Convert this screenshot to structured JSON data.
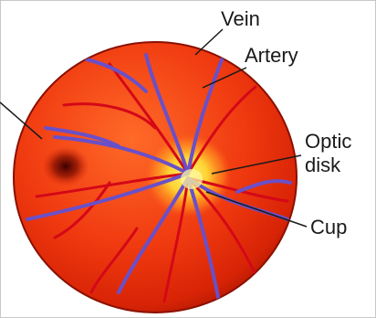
{
  "labels": {
    "vein": "Vein",
    "artery": "Artery",
    "optic_line1": "Optic",
    "optic_line2": "disk",
    "cup": "Cup"
  },
  "colors": {
    "retina_bright": "#ff5a1e",
    "retina_mid": "#e62808",
    "retina_dark": "#9a1000",
    "optic_disk": "#fff05a",
    "artery": "#d40818",
    "vein": "#6a50c8",
    "label_text": "#1a1a1a"
  }
}
